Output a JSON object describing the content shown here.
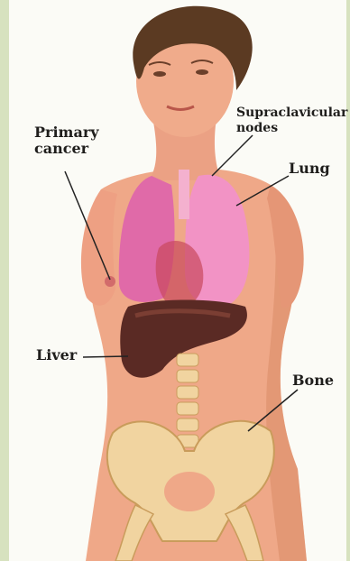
{
  "labels": {
    "primary_cancer_line1": "Primary",
    "primary_cancer_line2": "cancer",
    "supraclavicular_line1": "Supraclavicular",
    "supraclavicular_line2": "nodes",
    "lung": "Lung",
    "liver": "Liver",
    "bone": "Bone"
  },
  "colors": {
    "skin": "#efa888",
    "skin_shadow": "#d98a66",
    "hair": "#5b3a22",
    "lung": "#e06aa8",
    "lung_light": "#f293c5",
    "liver": "#5a2a24",
    "bone": "#f1d4a0",
    "leader_line": "#222222"
  }
}
